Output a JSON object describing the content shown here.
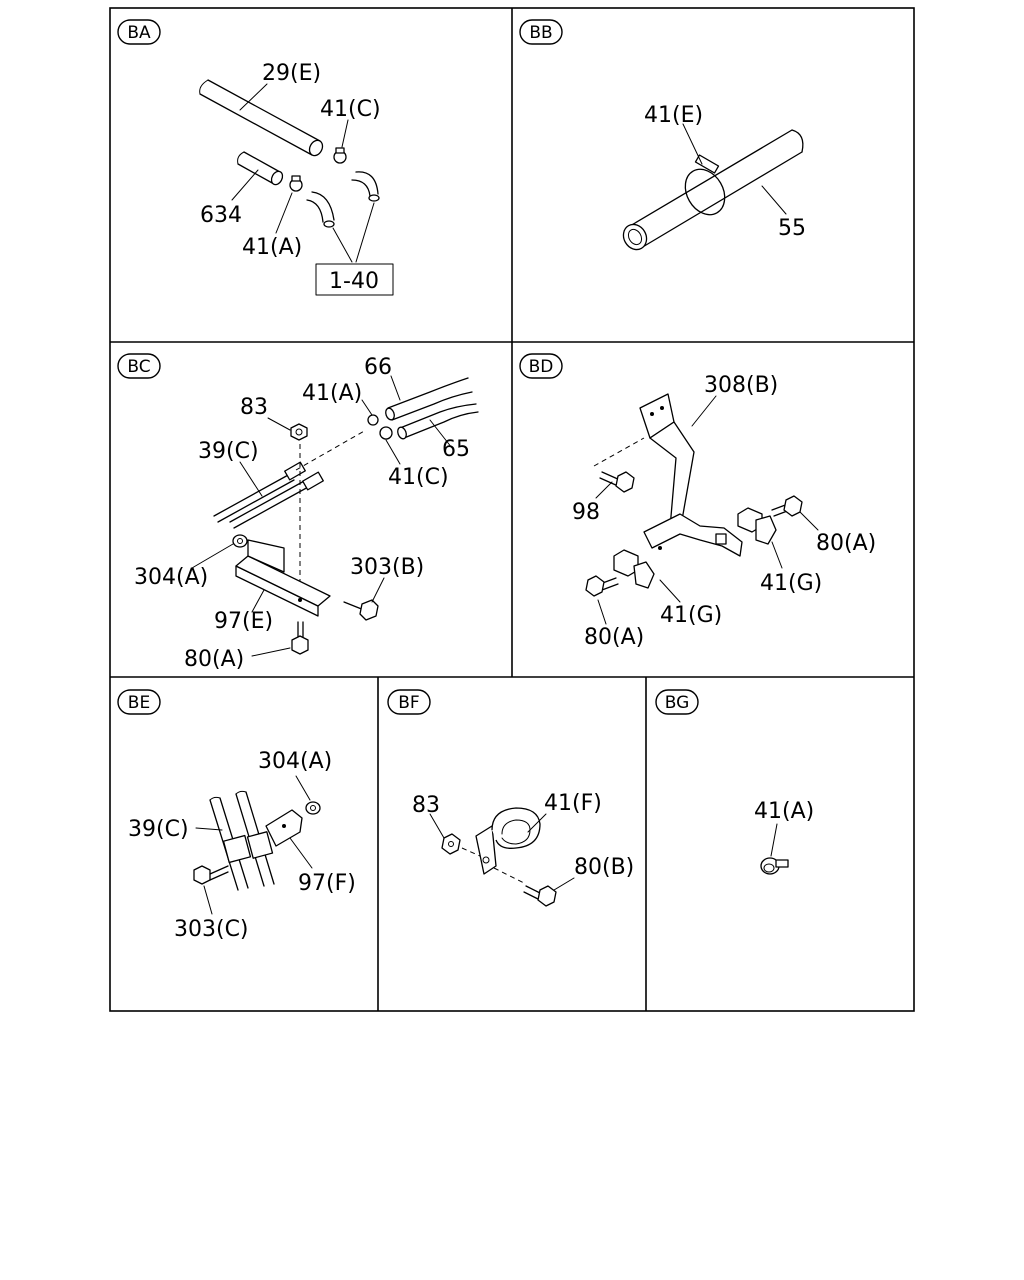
{
  "panels": {
    "BA": {
      "section": "BA",
      "labels": {
        "l29e": "29(E)",
        "l41c": "41(C)",
        "l634": "634",
        "l41a": "41(A)",
        "ref": "1-40"
      }
    },
    "BB": {
      "section": "BB",
      "labels": {
        "l41e": "41(E)",
        "l55": "55"
      }
    },
    "BC": {
      "section": "BC",
      "labels": {
        "l66": "66",
        "l83": "83",
        "l41a": "41(A)",
        "l65": "65",
        "l39c": "39(C)",
        "l41c": "41(C)",
        "l303b": "303(B)",
        "l304a": "304(A)",
        "l97e": "97(E)",
        "l80a": "80(A)"
      }
    },
    "BD": {
      "section": "BD",
      "labels": {
        "l308b": "308(B)",
        "l98": "98",
        "l80a_right": "80(A)",
        "l41g_right": "41(G)",
        "l41g_left": "41(G)",
        "l80a_left": "80(A)"
      }
    },
    "BE": {
      "section": "BE",
      "labels": {
        "l304a": "304(A)",
        "l39c": "39(C)",
        "l97f": "97(F)",
        "l303c": "303(C)"
      }
    },
    "BF": {
      "section": "BF",
      "labels": {
        "l83": "83",
        "l41f": "41(F)",
        "l80b": "80(B)"
      }
    },
    "BG": {
      "section": "BG",
      "labels": {
        "l41a": "41(A)"
      }
    }
  }
}
